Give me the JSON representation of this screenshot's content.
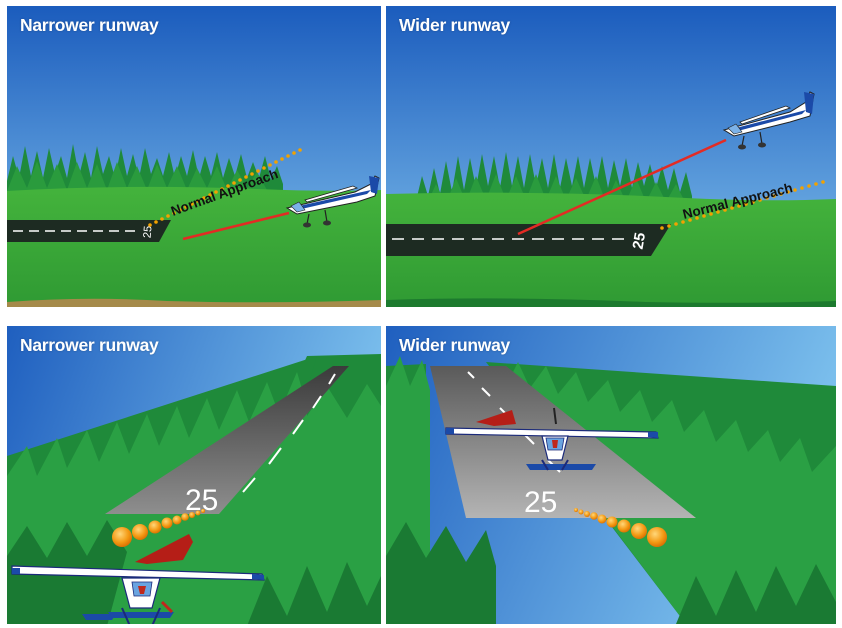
{
  "panels": [
    {
      "title": "Narrower runway",
      "view": "side",
      "approach_label": "Normal Approach",
      "runway_number": "25"
    },
    {
      "title": "Wider runway",
      "view": "side",
      "approach_label": "Normal Approach",
      "runway_number": "25"
    },
    {
      "title": "Narrower runway",
      "view": "pilot",
      "runway_number": "25"
    },
    {
      "title": "Wider runway",
      "view": "pilot",
      "runway_number": "25"
    }
  ],
  "colors": {
    "sky_top": "#1c5fbf",
    "sky_bottom": "#7ec0ee",
    "grass": "#3fae3a",
    "trees": "#1f8a3a",
    "runway": "#1d2b22",
    "red_line": "#e32b24",
    "dots": "#f2a200",
    "airplane_blue": "#1b4aa8",
    "airplane_red": "#c0281c"
  }
}
